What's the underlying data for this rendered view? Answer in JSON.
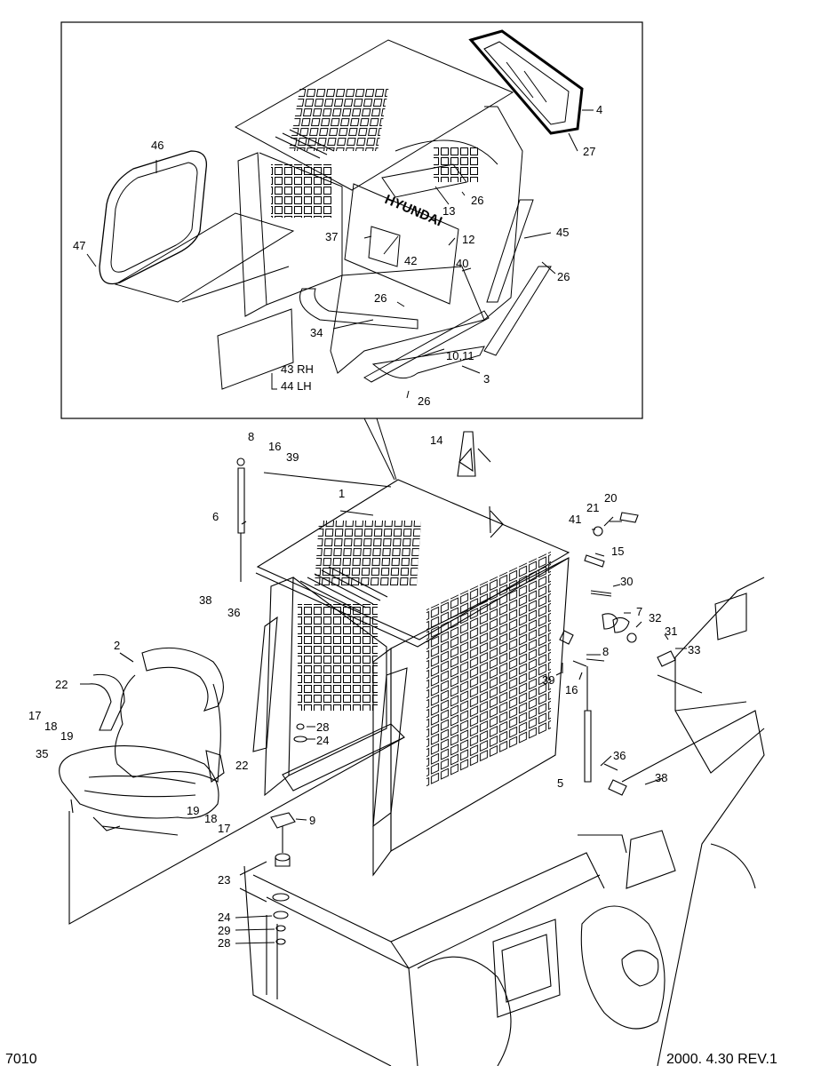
{
  "callouts": {
    "c1": "1",
    "c2": "2",
    "c3": "3",
    "c4": "4",
    "c5": "5",
    "c6": "6",
    "c7": "7",
    "c8": "8",
    "c9": "9",
    "c10_11": "10,11",
    "c12": "12",
    "c13": "13",
    "c14": "14",
    "c15": "15",
    "c16": "16",
    "c17": "17",
    "c18": "18",
    "c19": "19",
    "c20": "20",
    "c21": "21",
    "c22": "22",
    "c23": "23",
    "c24": "24",
    "c26": "26",
    "c27": "27",
    "c28": "28",
    "c29": "29",
    "c30": "30",
    "c31": "31",
    "c32": "32",
    "c33": "33",
    "c34": "34",
    "c35": "35",
    "c36": "36",
    "c37": "37",
    "c38": "38",
    "c39": "39",
    "c40": "40",
    "c41": "41",
    "c42": "42",
    "c43": "43 RH",
    "c44": "44 LH",
    "c45": "45",
    "c46": "46",
    "c47": "47"
  },
  "brand_plate": "HYUNDAI",
  "footer": {
    "left": "7010",
    "right": "2000. 4.30 REV.1"
  }
}
